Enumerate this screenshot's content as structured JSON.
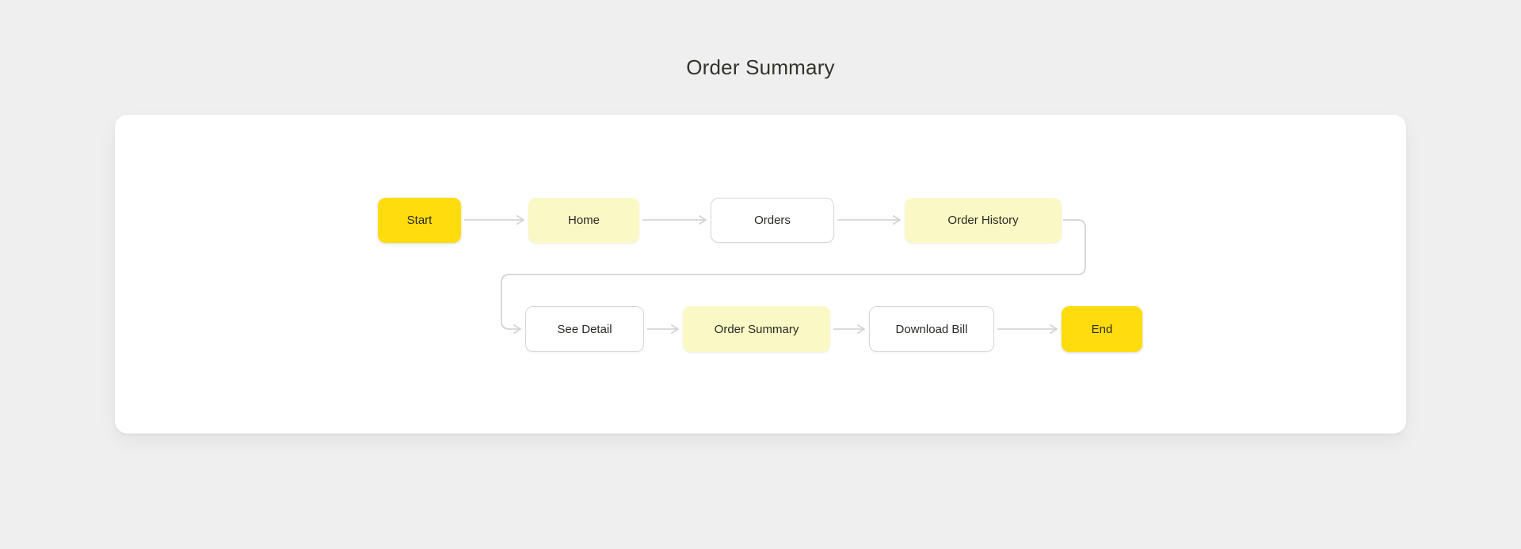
{
  "page": {
    "title": "Order Summary"
  },
  "colors": {
    "background": "#EFEFEF",
    "card": "#FFFFFF",
    "node_highlight": "#FFDC0E",
    "node_soft": "#FAF9C5",
    "node_plain_bg": "#FFFFFF",
    "node_plain_border": "#D7D7D7",
    "connector": "#D4D4D4",
    "node_text": "#2A2925",
    "title_text": "#34332C"
  },
  "flowchart": {
    "type": "flowchart",
    "nodes": [
      {
        "id": "start",
        "label": "Start",
        "style": "highlight"
      },
      {
        "id": "home",
        "label": "Home",
        "style": "soft"
      },
      {
        "id": "orders",
        "label": "Orders",
        "style": "plain"
      },
      {
        "id": "order_history",
        "label": "Order History",
        "style": "soft"
      },
      {
        "id": "see_detail",
        "label": "See Detail",
        "style": "plain"
      },
      {
        "id": "order_summary",
        "label": "Order Summary",
        "style": "soft"
      },
      {
        "id": "download_bill",
        "label": "Download Bill",
        "style": "plain"
      },
      {
        "id": "end",
        "label": "End",
        "style": "highlight"
      }
    ],
    "edges": [
      {
        "from": "start",
        "to": "home"
      },
      {
        "from": "home",
        "to": "orders"
      },
      {
        "from": "orders",
        "to": "order_history"
      },
      {
        "from": "order_history",
        "to": "see_detail"
      },
      {
        "from": "see_detail",
        "to": "order_summary"
      },
      {
        "from": "order_summary",
        "to": "download_bill"
      },
      {
        "from": "download_bill",
        "to": "end"
      }
    ]
  }
}
